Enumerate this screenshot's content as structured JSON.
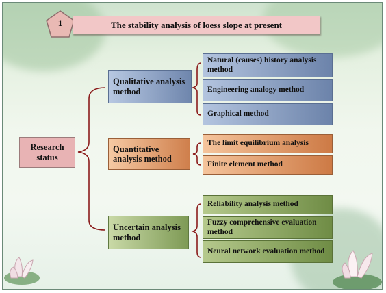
{
  "header": {
    "number": "1",
    "title": "The stability analysis of loess slope at present"
  },
  "root": {
    "label": "Research status"
  },
  "categories": [
    {
      "label": "Qualitative analysis method",
      "color": "#7a90b5",
      "items": [
        "Natural (causes) history analysis method",
        "Engineering analogy method",
        "Graphical method"
      ]
    },
    {
      "label": "Quantitative analysis method",
      "color": "#d98a58",
      "items": [
        "The limit equilibrium analysis",
        "Finite element method"
      ]
    },
    {
      "label": "Uncertain analysis method",
      "color": "#8aa55e",
      "items": [
        "Reliability analysis method",
        "Fuzzy comprehensive evaluation method",
        "Neural network evaluation method"
      ]
    }
  ],
  "colors": {
    "bracket": "#8b1c1c",
    "title_bg": "#f2c7c7",
    "pentagon": "#e9b9b4"
  }
}
